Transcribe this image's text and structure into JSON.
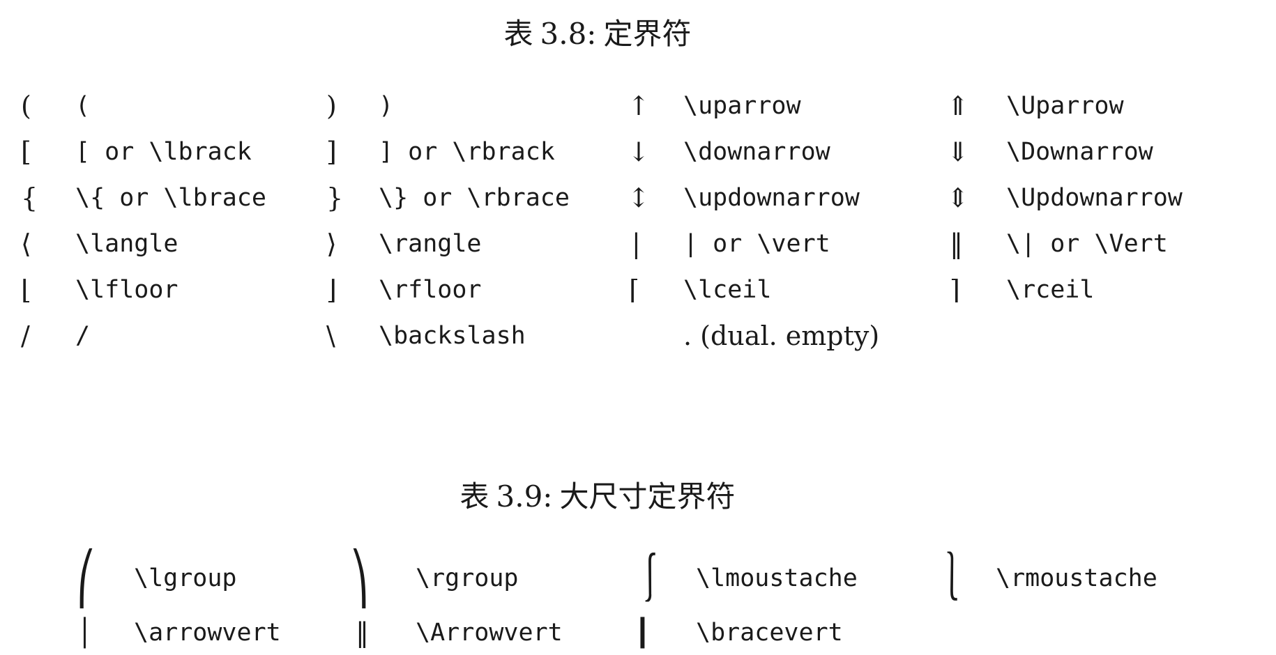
{
  "table38": {
    "caption": {
      "prefix": "表",
      "number": "3.8:",
      "title": "定界符"
    },
    "rows": [
      [
        {
          "sym": "(",
          "name": "("
        },
        {
          "sym": ")",
          "name": ")"
        },
        {
          "sym": "↑",
          "name": "\\uparrow"
        },
        {
          "sym": "⇑",
          "name": "\\Uparrow"
        }
      ],
      [
        {
          "sym": "[",
          "name": "[ or \\lbrack"
        },
        {
          "sym": "]",
          "name": "] or \\rbrack"
        },
        {
          "sym": "↓",
          "name": "\\downarrow"
        },
        {
          "sym": "⇓",
          "name": "\\Downarrow"
        }
      ],
      [
        {
          "sym": "{",
          "name": "\\{ or \\lbrace"
        },
        {
          "sym": "}",
          "name": "\\} or \\rbrace"
        },
        {
          "sym": "↕",
          "name": "\\updownarrow"
        },
        {
          "sym": "⇕",
          "name": "\\Updownarrow"
        }
      ],
      [
        {
          "sym": "⟨",
          "name": "\\langle"
        },
        {
          "sym": "⟩",
          "name": "\\rangle"
        },
        {
          "sym": "|",
          "name": "| or \\vert"
        },
        {
          "sym": "‖",
          "name": "\\| or \\Vert"
        }
      ],
      [
        {
          "sym": "⌊",
          "name": "\\lfloor"
        },
        {
          "sym": "⌋",
          "name": "\\rfloor"
        },
        {
          "sym": "⌈",
          "name": "\\lceil"
        },
        {
          "sym": "⌉",
          "name": "\\rceil"
        }
      ],
      [
        {
          "sym": "/",
          "name": "/"
        },
        {
          "sym": "\\",
          "name": "\\backslash"
        },
        {
          "sym": "",
          "name": ". (dual. empty)"
        }
      ]
    ]
  },
  "table39": {
    "caption": {
      "prefix": "表",
      "number": "3.9:",
      "title": "大尺寸定界符"
    },
    "rows": [
      [
        {
          "sym": "⎛",
          "name": "\\lgroup"
        },
        {
          "sym": "⎞",
          "name": "\\rgroup"
        },
        {
          "sym": "⎰",
          "name": "\\lmoustache"
        },
        {
          "sym": "⎱",
          "name": "\\rmoustache"
        }
      ],
      [
        {
          "sym": "│",
          "name": "\\arrowvert"
        },
        {
          "sym": "‖",
          "name": "\\Arrowvert"
        },
        {
          "sym": "┃",
          "name": "\\bracevert"
        }
      ]
    ]
  }
}
